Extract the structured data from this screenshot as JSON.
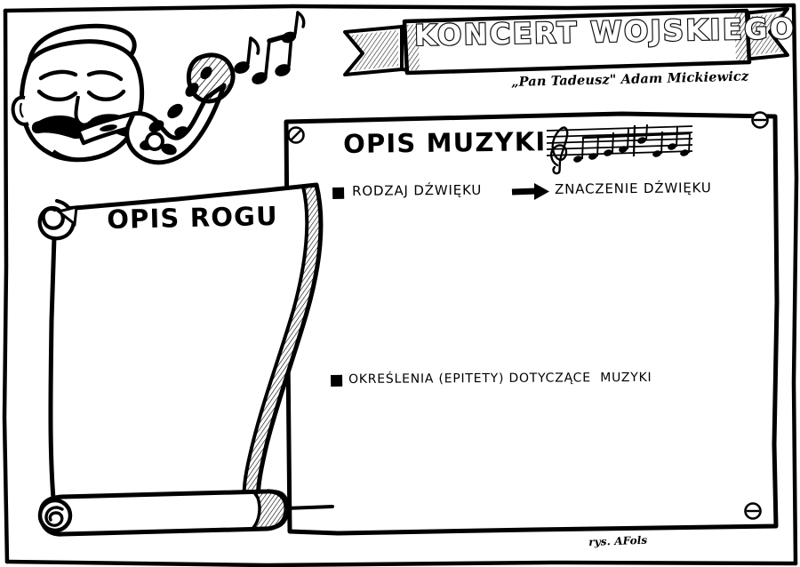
{
  "page": {
    "kind": "hand-drawn-worksheet",
    "language": "pl",
    "ink_color": "#000000",
    "paper_color": "#ffffff"
  },
  "banner": {
    "title": "KONCERT WOJSKIEGO",
    "subtitle": "„Pan Tadeusz\" Adam Mickiewicz",
    "ribbon_icon": "ribbon-banner-icon"
  },
  "illustration": {
    "name": "man-playing-horn-illustration",
    "description": "wojski-blowing-hunting-horn",
    "notes_icon": "music-notes-icon",
    "horn_icon": "hunting-horn-icon"
  },
  "board_panel": {
    "heading": "OPIS MUZYKI",
    "staff_icon": "music-staff-icon",
    "screws": [
      "screw-top-left",
      "screw-top-right",
      "screw-bottom-right"
    ],
    "bullets": [
      {
        "marker": "square-bullet-icon",
        "label": "RODZAJ DŹWIĘKU",
        "arrow_icon": "arrow-right-icon",
        "result_label": "ZNACZENIE DŹWIĘKU"
      },
      {
        "marker": "square-bullet-icon",
        "label": "OKREŚLENIA (EPITETY) DOTYCZĄCE  MUZYKI",
        "arrow_icon": null,
        "result_label": null
      }
    ]
  },
  "scroll_panel": {
    "heading": "OPIS ROGU",
    "scroll_icon": "paper-scroll-icon",
    "curl_top_icon": "scroll-curl-top-icon",
    "curl_bottom_icon": "scroll-curl-bottom-icon"
  },
  "signature": {
    "text": "rys. AFols"
  }
}
